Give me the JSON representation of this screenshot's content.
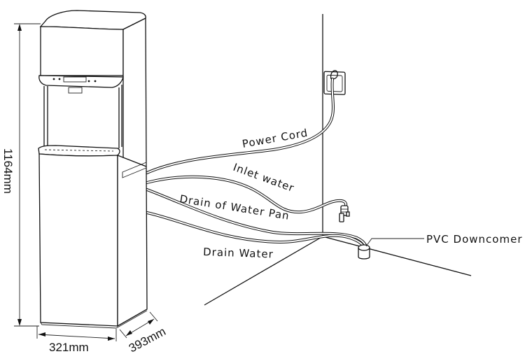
{
  "diagram": {
    "title": "Water dispenser installation diagram",
    "labels": {
      "power_cord": "Power Cord",
      "inlet_water": "Inlet water",
      "drain_of_water_pan": "Drain of Water Pan",
      "drain_water": "Drain Water",
      "pvc_downcomer": "PVC Downcomer"
    },
    "dimensions": {
      "height": "1164mm",
      "width": "321mm",
      "depth": "393mm"
    },
    "components": [
      "water-dispenser",
      "wall-socket",
      "inlet-valve",
      "pvc-downcomer",
      "wall",
      "floor"
    ],
    "line_color": "#111111",
    "background": "#ffffff"
  }
}
